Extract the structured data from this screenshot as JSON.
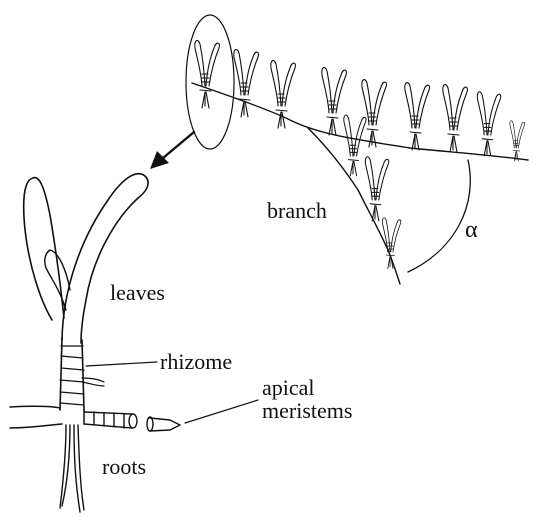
{
  "diagram": {
    "labels": {
      "branch": "branch",
      "angle": "α",
      "leaves": "leaves",
      "rhizome": "rhizome",
      "apical_line1": "apical",
      "apical_line2": "meristems",
      "roots": "roots"
    }
  }
}
